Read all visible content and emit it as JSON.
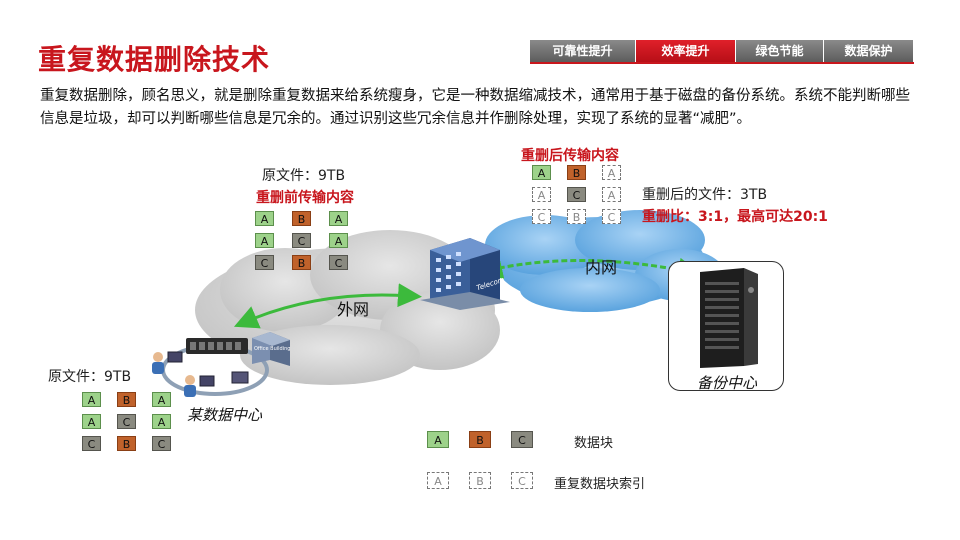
{
  "title": "重复数据删除技术",
  "tabs": [
    {
      "label": "可靠性提升",
      "active": false
    },
    {
      "label": "效率提升",
      "active": true
    },
    {
      "label": "绿色节能",
      "active": false
    },
    {
      "label": "数据保护",
      "active": false
    }
  ],
  "intro": "重复数据删除，顾名思义，就是删除重复数据来给系统瘦身，它是一种数据缩减技术，通常用于基于磁盘的备份系统。系统不能判断哪些信息是垃圾，却可以判断哪些信息是冗余的。通过识别这些冗余信息并作删除处理，实现了系统的显著“减肥”。",
  "diagram": {
    "source_file_label": "原文件：9TB",
    "source_file_label_2": "原文件：9TB",
    "before_transfer_label": "重删前传输内容",
    "after_transfer_label": "重删后传输内容",
    "after_file_label": "重删后的文件：3TB",
    "ratio_label": "重删比：3:1，最高可达20:1",
    "wan_label": "外网",
    "lan_label": "内网",
    "data_center_label": "某数据中心",
    "backup_center_label": "备份中心",
    "telecom_label": "Telecom",
    "office_label": "Office Building",
    "legend": {
      "data_block_label": "数据块",
      "index_label": "重复数据块索引",
      "blocks": [
        "A",
        "B",
        "C"
      ]
    },
    "grid_before": [
      [
        "A",
        "B",
        "A"
      ],
      [
        "A",
        "C",
        "A"
      ],
      [
        "C",
        "B",
        "C"
      ]
    ],
    "grid_source": [
      [
        "A",
        "B",
        "A"
      ],
      [
        "A",
        "C",
        "A"
      ],
      [
        "C",
        "B",
        "C"
      ]
    ],
    "grid_after": [
      [
        "A",
        "B",
        "A"
      ],
      [
        "A",
        "C",
        "A"
      ],
      [
        "C",
        "B",
        "C"
      ]
    ],
    "grid_after_solid": [
      [
        true,
        true,
        false
      ],
      [
        false,
        true,
        false
      ],
      [
        false,
        false,
        false
      ]
    ]
  },
  "colors": {
    "accent_red": "#c8161d",
    "block_a": "#9dd28a",
    "block_b": "#c0622b",
    "block_c": "#8a8a80",
    "arrow_green": "#3cba3c",
    "cloud_gray": "#cfcfcf",
    "cloud_blue": "#7fb8e8"
  }
}
